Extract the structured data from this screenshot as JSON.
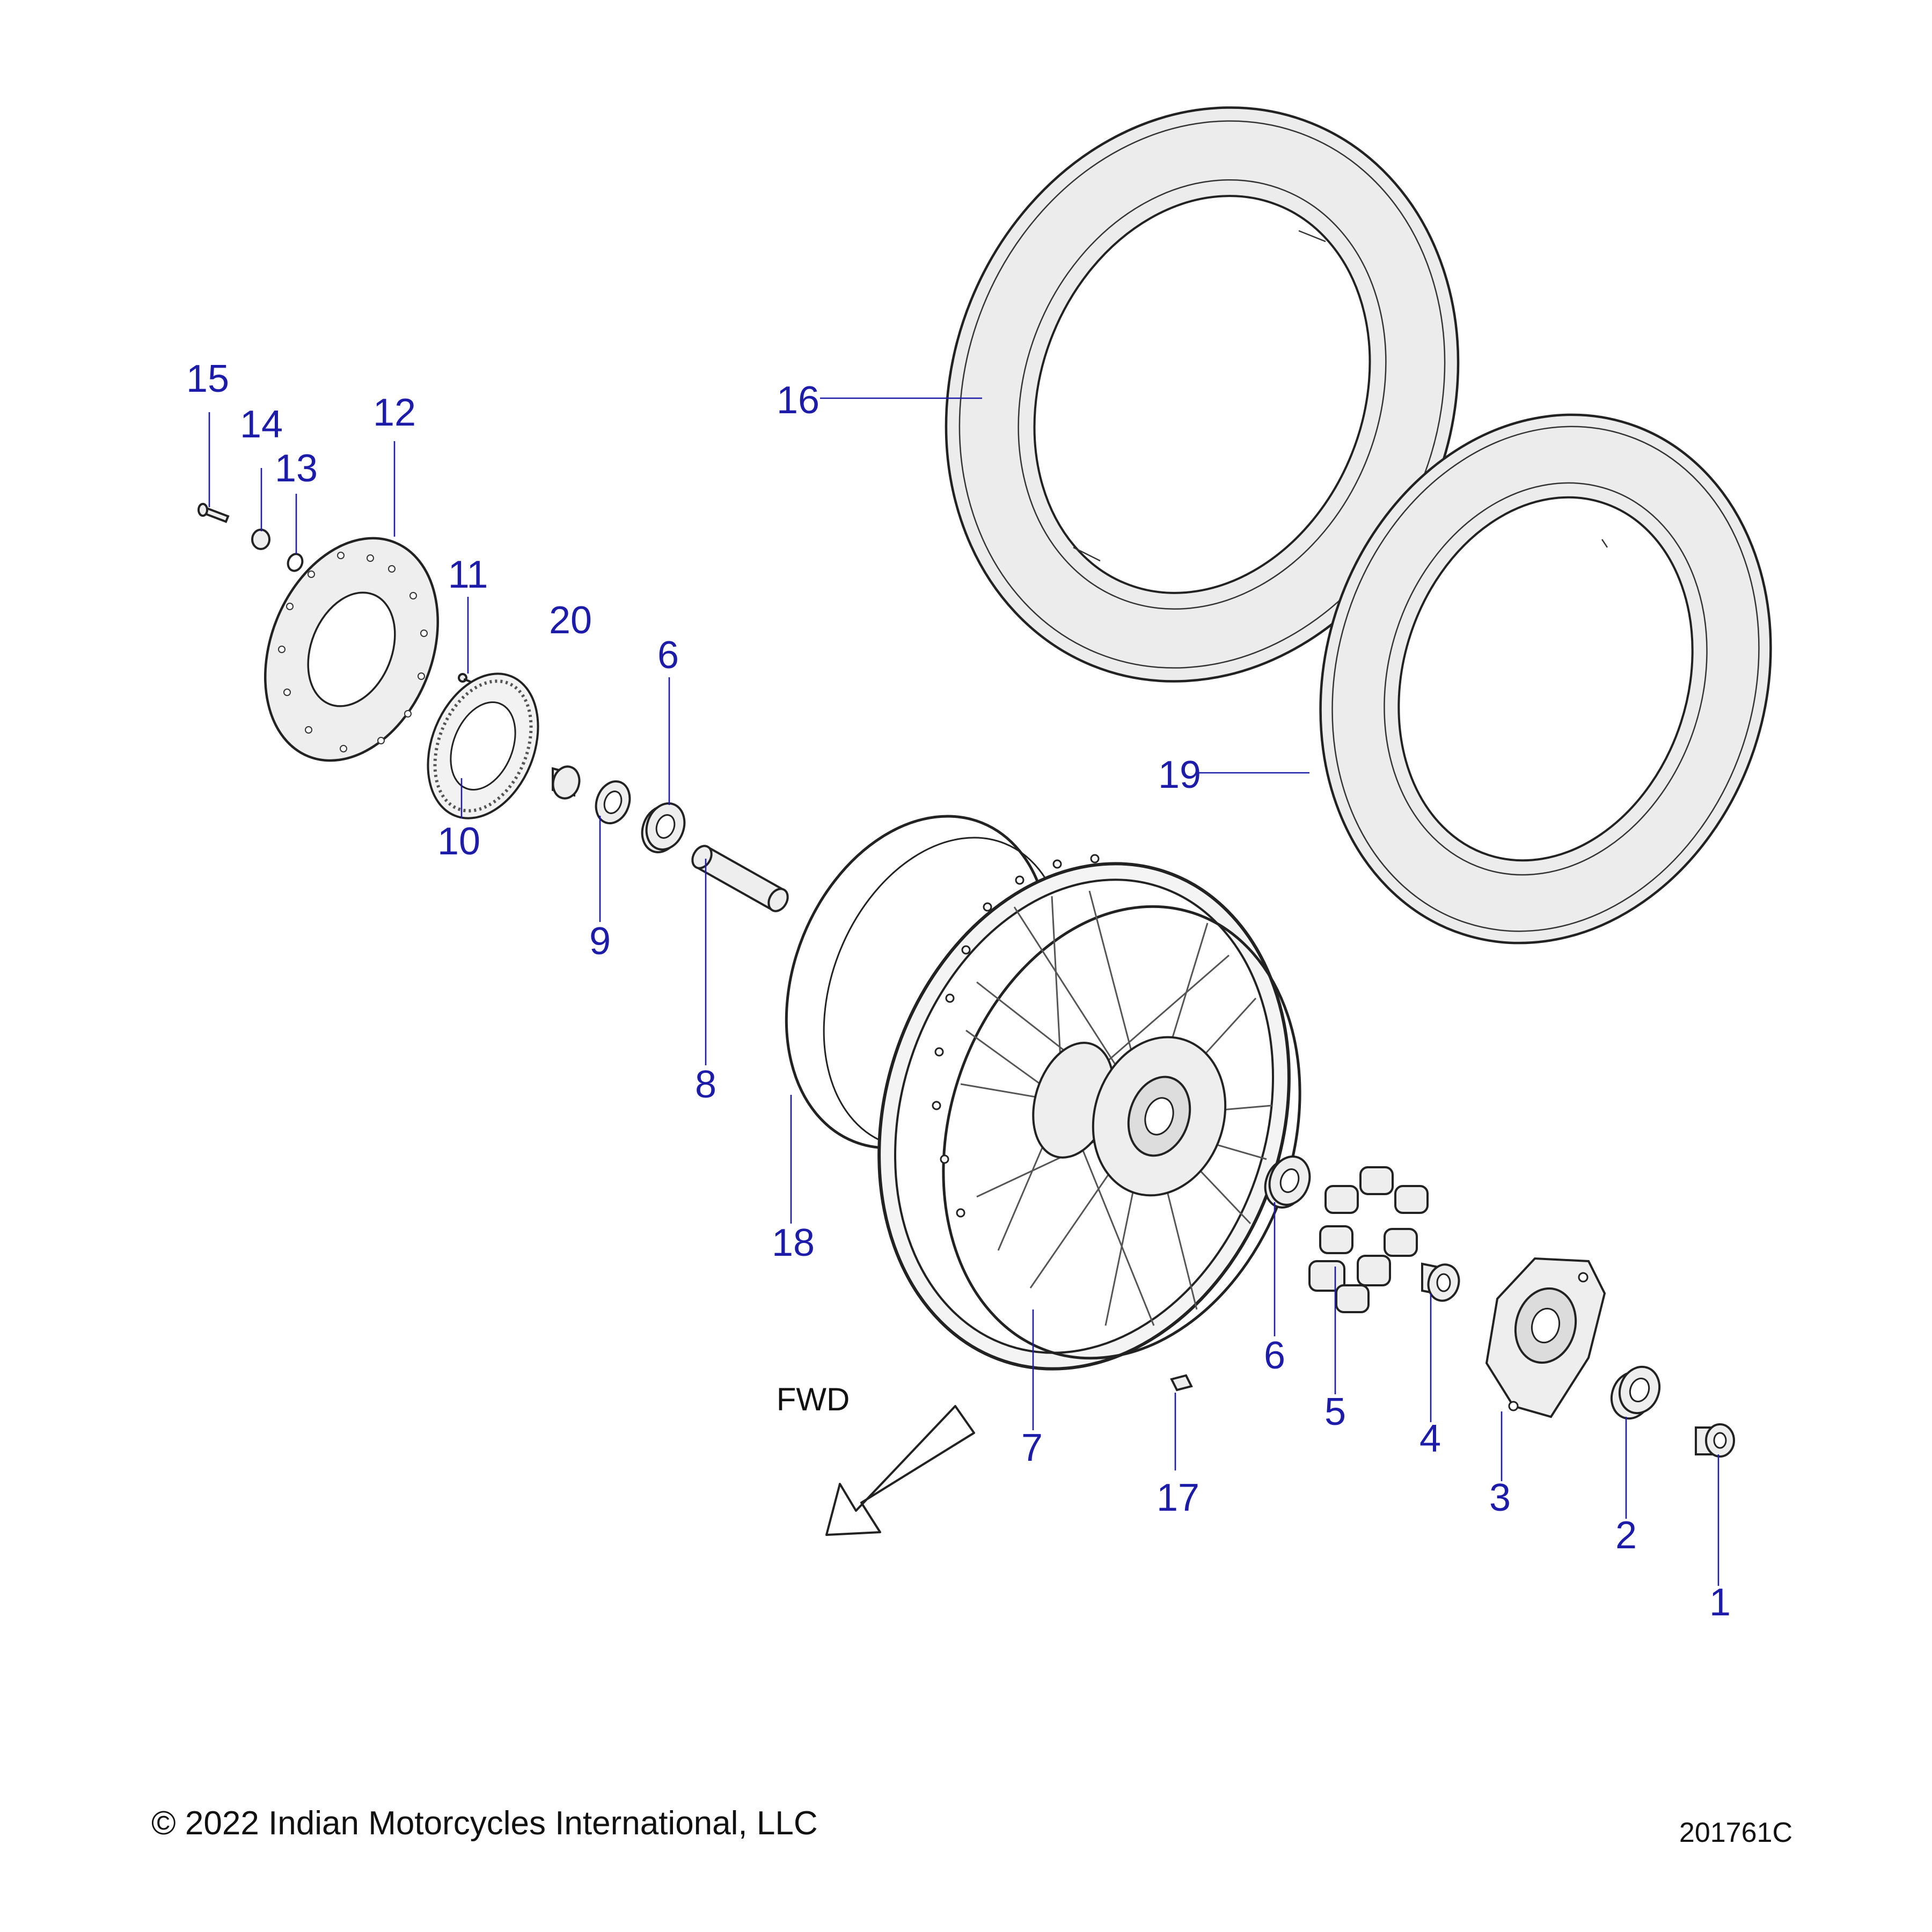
{
  "diagram": {
    "callouts": [
      {
        "id": "c1",
        "label": "1"
      },
      {
        "id": "c2",
        "label": "2"
      },
      {
        "id": "c3",
        "label": "3"
      },
      {
        "id": "c4",
        "label": "4"
      },
      {
        "id": "c5",
        "label": "5"
      },
      {
        "id": "c6a",
        "label": "6"
      },
      {
        "id": "c6b",
        "label": "6"
      },
      {
        "id": "c7",
        "label": "7"
      },
      {
        "id": "c8",
        "label": "8"
      },
      {
        "id": "c9",
        "label": "9"
      },
      {
        "id": "c10",
        "label": "10"
      },
      {
        "id": "c11",
        "label": "11"
      },
      {
        "id": "c12",
        "label": "12"
      },
      {
        "id": "c13",
        "label": "13"
      },
      {
        "id": "c14",
        "label": "14"
      },
      {
        "id": "c15",
        "label": "15"
      },
      {
        "id": "c16",
        "label": "16"
      },
      {
        "id": "c17",
        "label": "17"
      },
      {
        "id": "c18",
        "label": "18"
      },
      {
        "id": "c19",
        "label": "19"
      },
      {
        "id": "c20",
        "label": "20"
      }
    ],
    "direction_label": "FWD",
    "copyright": "© 2022 Indian Motorcycles International, LLC",
    "figure_id": "201761C",
    "colors": {
      "callout": "#1c1ca8",
      "outline": "#222222",
      "part_fill": "#eeeeee",
      "background": "#ffffff"
    }
  }
}
